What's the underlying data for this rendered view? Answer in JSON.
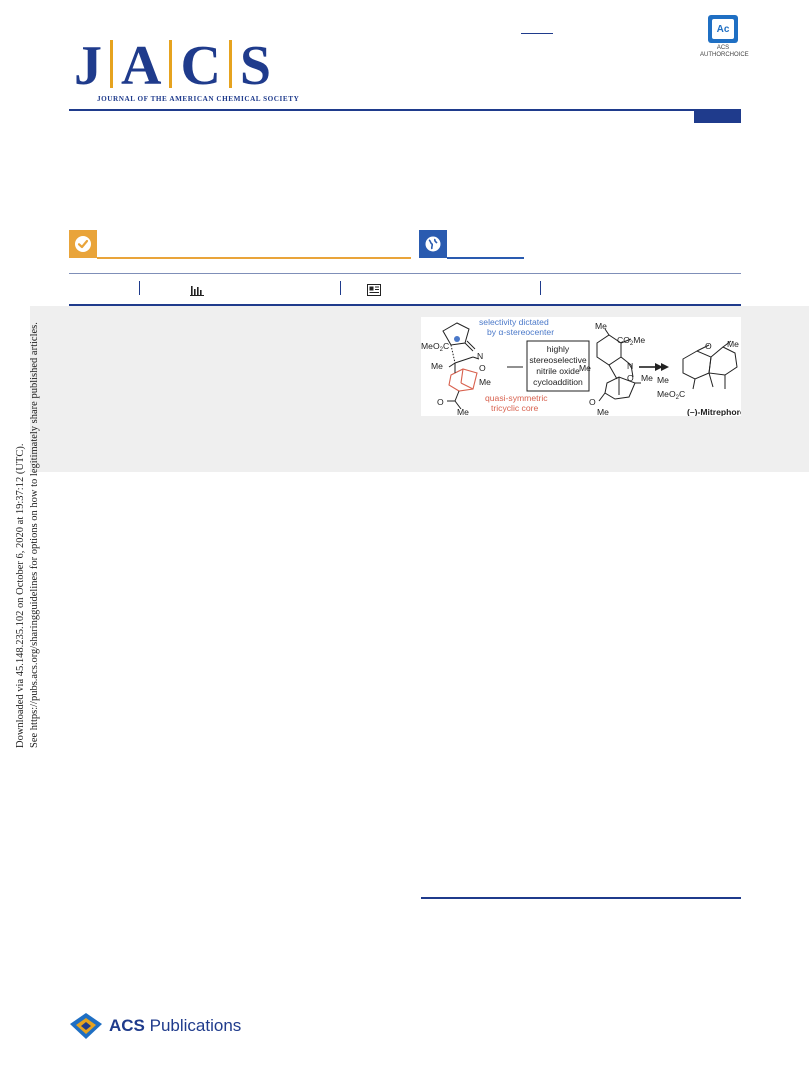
{
  "journal": {
    "logo_letters": [
      "J",
      "A",
      "C",
      "S"
    ],
    "subtitle": "JOURNAL OF THE AMERICAN CHEMICAL SOCIETY",
    "authorchoice_badge": "Ac",
    "authorchoice_text_1": "ACS",
    "authorchoice_text_2": "AUTHORCHOICE"
  },
  "side_note": {
    "line1": "Downloaded via 45.148.235.102 on October 6, 2020 at 19:37:12 (UTC).",
    "line2": "See https://pubs.acs.org/sharingguidelines for options on how to legitimately share published articles."
  },
  "toc_graphic": {
    "label_selectivity_1": "selectivity dictated",
    "label_selectivity_2": "by α-stereocenter",
    "box_line1": "highly",
    "box_line2": "stereoselective",
    "box_line3": "nitrile oxide",
    "box_line4": "cycloaddition",
    "label_core_1": "quasi-symmetric",
    "label_core_2": "tricyclic core",
    "left_group_1": "MeO",
    "left_group_sub": "2",
    "left_group_2": "C",
    "me_1": "Me",
    "me_2": "Me",
    "me_3": "Me",
    "me_4": "Me",
    "me_5": "Me",
    "me_6": "Me",
    "me_7": "Me",
    "me_8": "Me",
    "me_9": "Me",
    "nplus": "N",
    "ominus": "O",
    "oxygen_1": "O",
    "oxygen_2": "O",
    "oxygen_3": "O",
    "nitrogen": "N",
    "co2me_1": "CO",
    "co2me_sub": "2",
    "co2me_2": "Me",
    "meo2c_1": "MeO",
    "meo2c_sub": "2",
    "meo2c_2": "C",
    "product": "(–)-Mitrephorone A"
  },
  "footer": {
    "acs_text_bold": "ACS",
    "acs_text_regular": " Publications"
  },
  "colors": {
    "brand_blue": "#1f3b8c",
    "gold": "#e6a31f",
    "orange": "#e9a43a",
    "link_blue": "#2a5bb0",
    "abstract_bg": "#efefef"
  }
}
